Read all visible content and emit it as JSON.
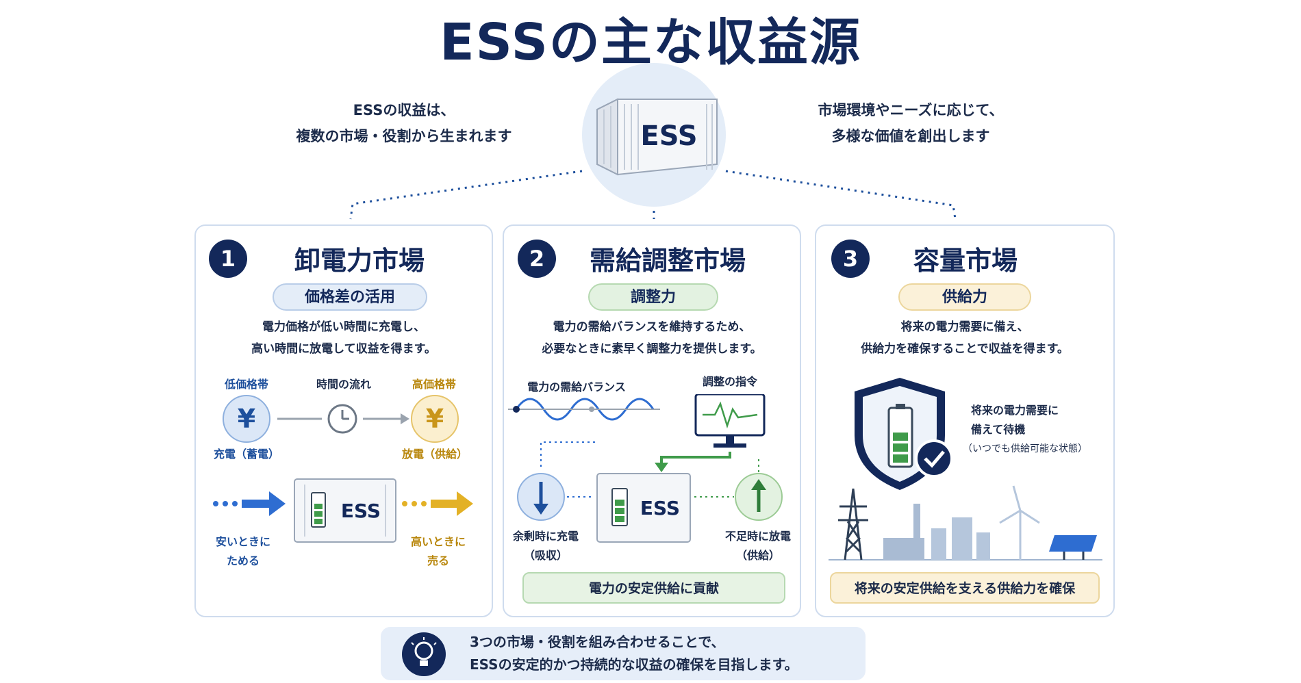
{
  "title": "ESSの主な収益源",
  "intro_left": [
    "ESSの収益は、",
    "複数の市場・役割から生まれます"
  ],
  "intro_right": [
    "市場環境やニーズに応じて、",
    "多様な価値を創出します"
  ],
  "hub_label": "ESS",
  "cards": [
    {
      "number": "1",
      "title": "卸電力市場",
      "pill": "価格差の活用",
      "desc": [
        "電力価格が低い時間に充電し、",
        "高い時間に放電して収益を得ます。"
      ],
      "low_label": "低価格帯",
      "time_label": "時間の流れ",
      "high_label": "高価格帯",
      "yen": "¥",
      "charge_label": "充電（蓄電）",
      "discharge_label": "放電（供給）",
      "ess_label": "ESS",
      "buy_label": [
        "安いときに",
        "ためる"
      ],
      "sell_label": [
        "高いときに",
        "売る"
      ]
    },
    {
      "number": "2",
      "title": "需給調整市場",
      "pill": "調整力",
      "desc": [
        "電力の需給バランスを維持するため、",
        "必要なときに素早く調整力を提供します。"
      ],
      "balance_label": "電力の需給バランス",
      "command_label": "調整の指令",
      "surplus_label": [
        "余剰時に充電",
        "（吸収）"
      ],
      "shortage_label": [
        "不足時に放電",
        "（供給）"
      ],
      "ess_label": "ESS",
      "band": "電力の安定供給に貢献"
    },
    {
      "number": "3",
      "title": "容量市場",
      "pill": "供給力",
      "desc": [
        "将来の電力需要に備え、",
        "供給力を確保することで収益を得ます。"
      ],
      "standby_label": [
        "将来の電力需要に",
        "備えて待機",
        "（いつでも供給可能な状態）"
      ],
      "band": "将来の安定供給を支える供給力を確保"
    }
  ],
  "bottom": [
    "3つの市場・役割を組み合わせることで、",
    "ESSの安定的かつ持続的な収益の確保を目指します。"
  ],
  "colors": {
    "navy": "#13285a",
    "card1_pill": "#e4edf8",
    "card2_pill": "#e3f2e1",
    "card3_pill": "#fbf1d9",
    "blue_accent": "#2e6dd1",
    "gold_accent": "#e3b126",
    "green_accent": "#3f9b4a"
  }
}
